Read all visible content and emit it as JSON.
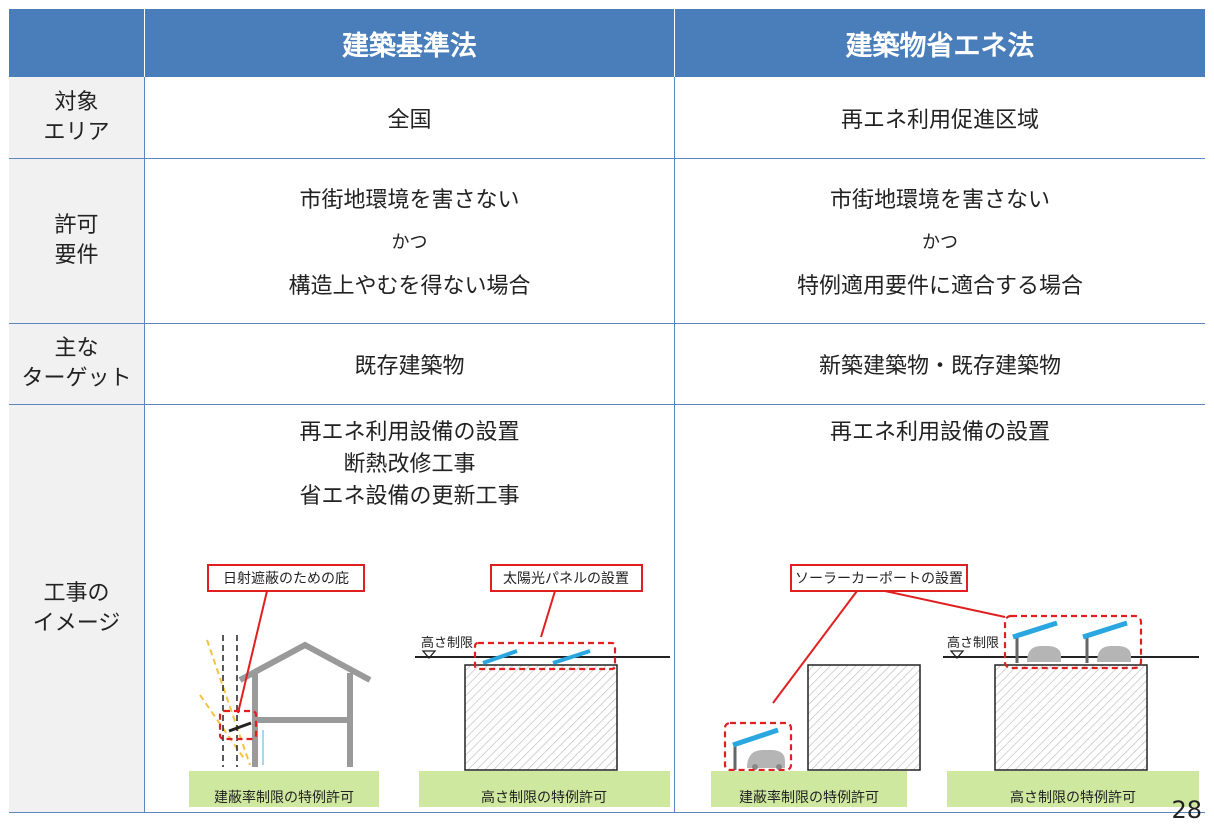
{
  "header": {
    "col1": "建築基準法",
    "col2": "建築物省エネ法"
  },
  "rows": {
    "area": {
      "label": "対象\nエリア",
      "col1": "全国",
      "col2": "再エネ利用促進区域"
    },
    "requirements": {
      "label": "許可\n要件",
      "col1": [
        "市街地環境を害さない",
        "かつ",
        "構造上やむを得ない場合"
      ],
      "col2": [
        "市街地環境を害さない",
        "かつ",
        "特例適用要件に適合する場合"
      ]
    },
    "target": {
      "label": "主な\nターゲット",
      "col1": "既存建築物",
      "col2": "新築建築物・既存建築物"
    },
    "image": {
      "label": "工事の\nイメージ",
      "col1_lines": [
        "再エネ利用設備の設置",
        "断熱改修工事",
        "省エネ設備の更新工事"
      ],
      "col2_lines": [
        "再エネ利用設備の設置"
      ],
      "callouts": {
        "sunshade": "日射遮蔽のための庇",
        "solar_panel": "太陽光パネルの設置",
        "carport": "ソーラーカーポートの設置"
      },
      "height_limit": "高さ制限",
      "captions": {
        "coverage": "建蔽率制限の特例許可",
        "height": "高さ制限の特例許可"
      }
    }
  },
  "page_number": "28",
  "colors": {
    "header_bg": "#4a7ebb",
    "border": "#5b86c0",
    "label_bg": "#f1f1f1",
    "callout": "#e02020",
    "panel": "#2aa7e0",
    "ground": "#cfe8a0"
  }
}
